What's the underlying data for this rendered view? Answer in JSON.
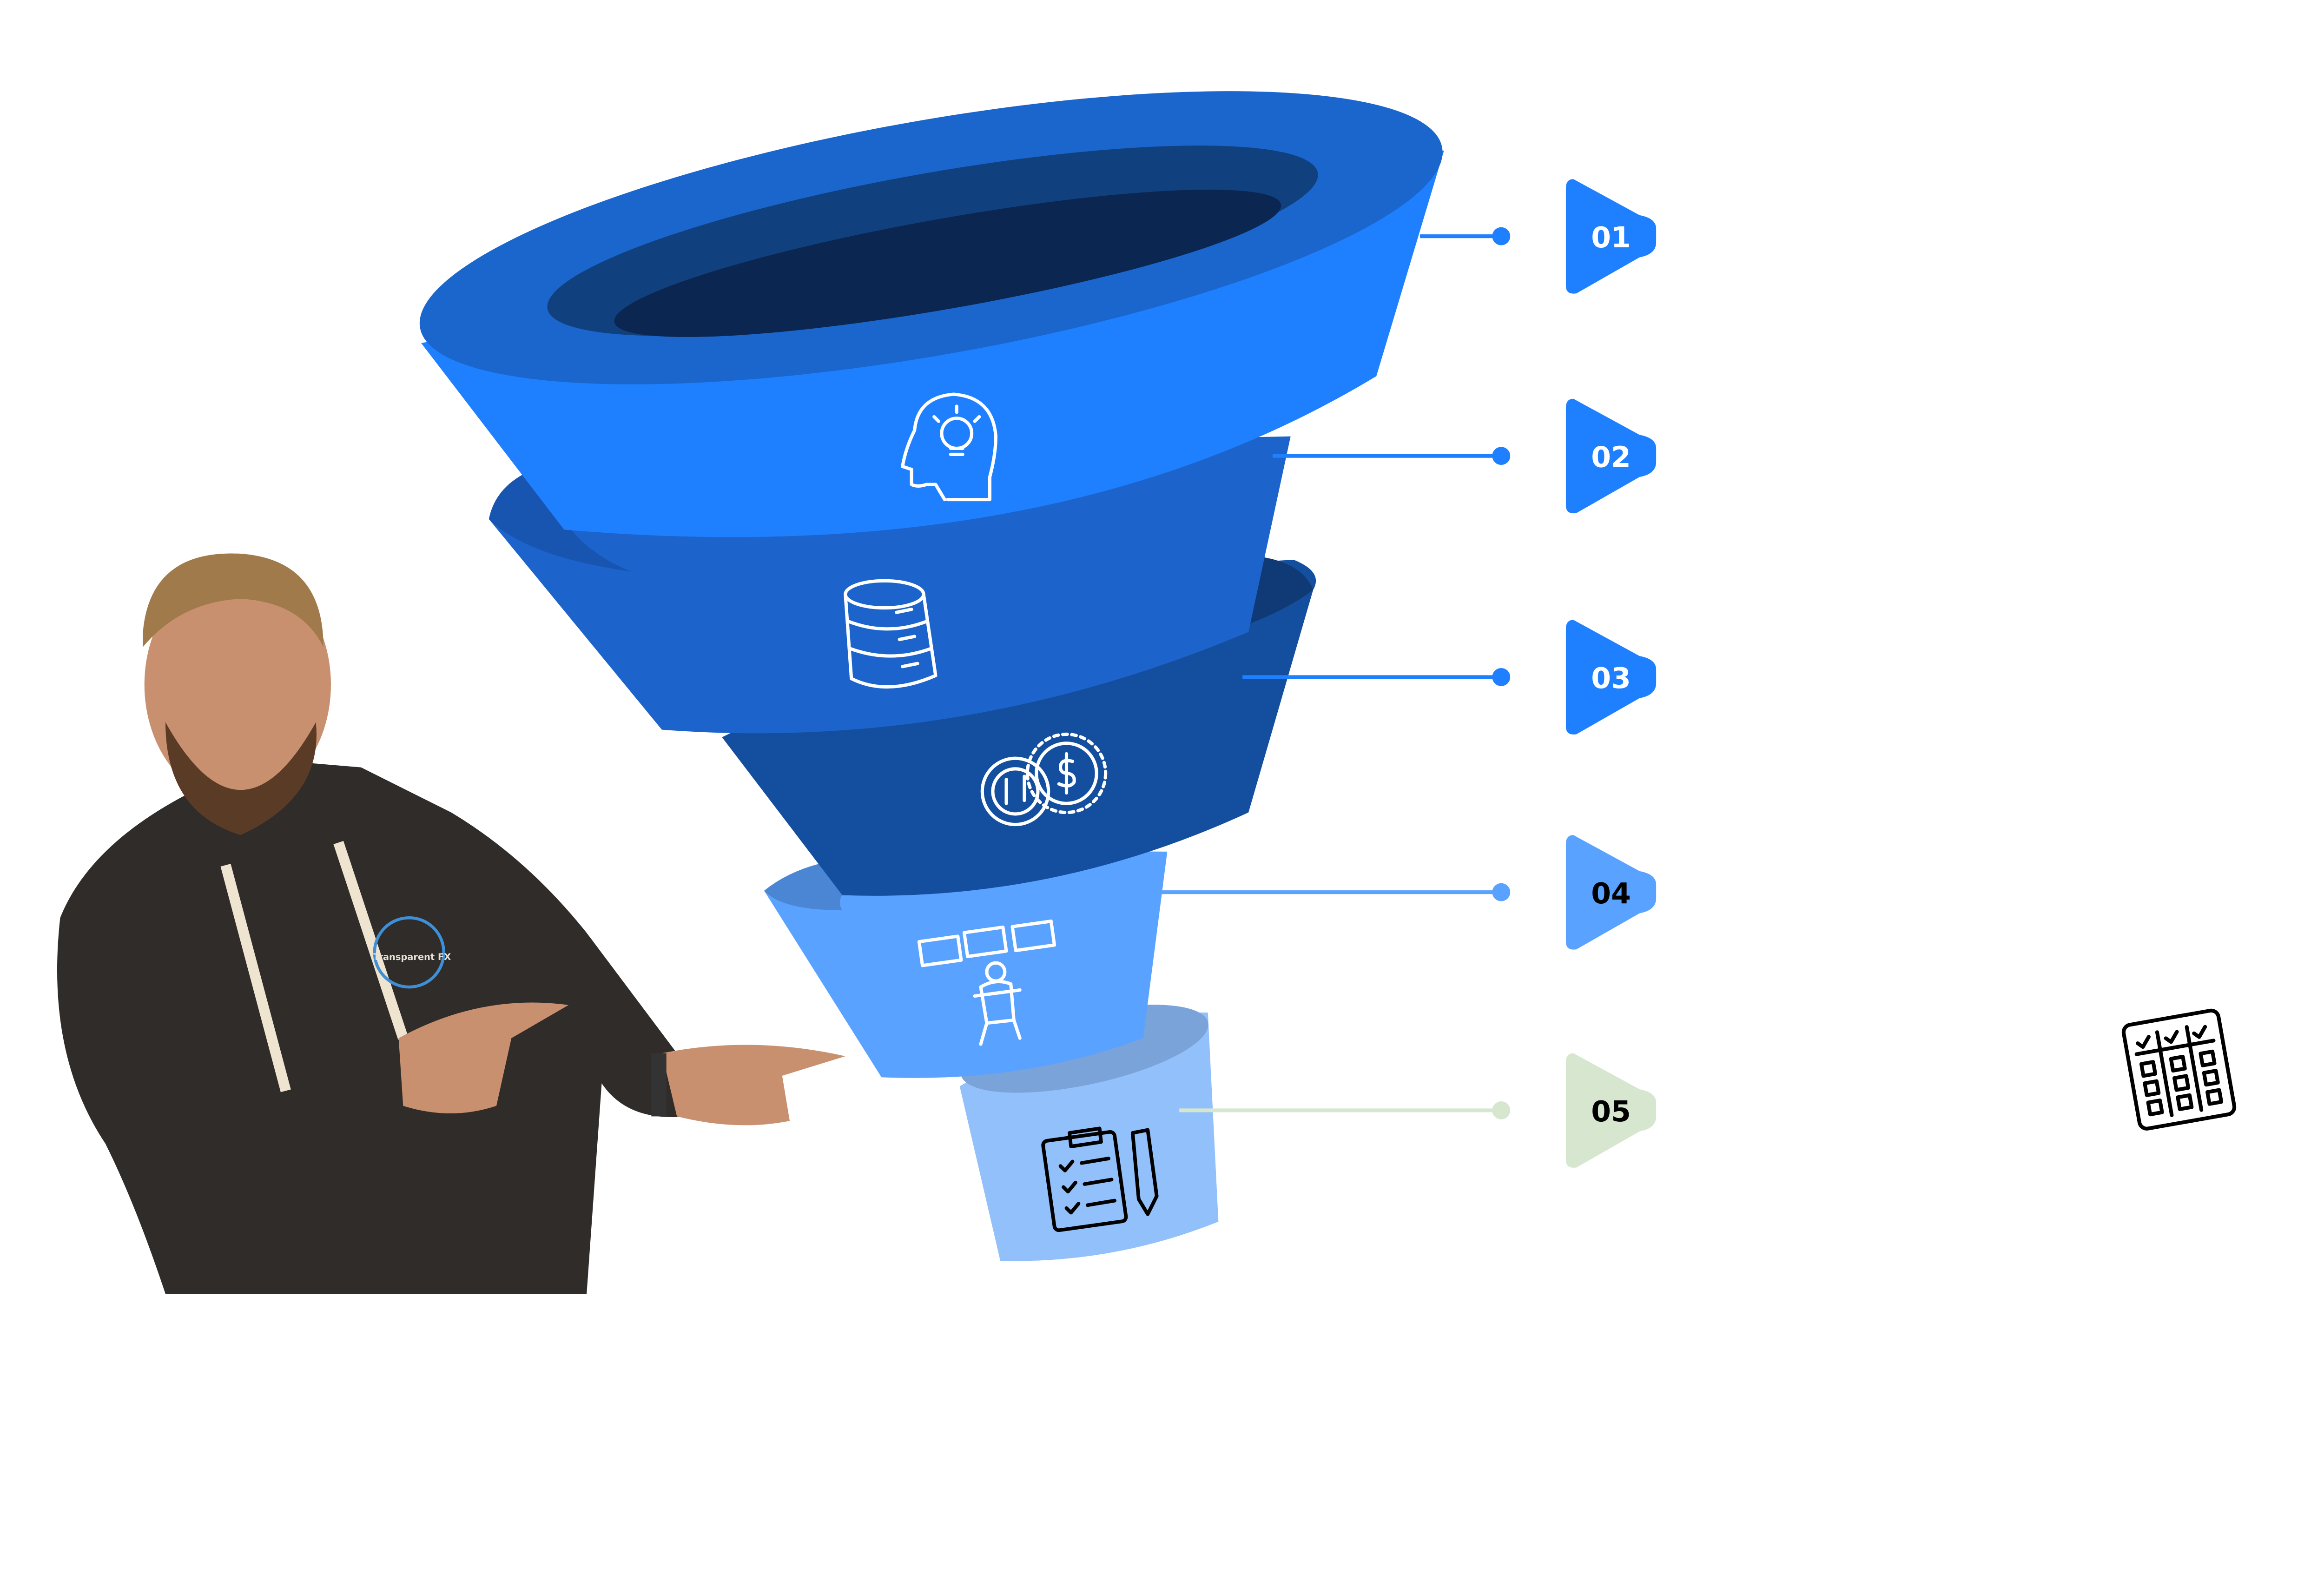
{
  "funnel": {
    "stages": [
      {
        "label": "01",
        "icon": "idea-head-icon",
        "color": "#1f80ff",
        "tag_color": "#1f80ff",
        "text_color": "#ffffff"
      },
      {
        "label": "02",
        "icon": "database-icon",
        "color": "#1c64cc",
        "tag_color": "#1f80ff",
        "text_color": "#ffffff"
      },
      {
        "label": "03",
        "icon": "gear-dollar-icon",
        "color": "#134f9e",
        "tag_color": "#1f80ff",
        "text_color": "#ffffff"
      },
      {
        "label": "04",
        "icon": "trader-desk-icon",
        "color": "#5aa2ff",
        "tag_color": "#5aa2ff",
        "text_color": "#000000"
      },
      {
        "label": "05",
        "icon": "clipboard-checklist-icon",
        "color": "#92c0fa",
        "tag_color": "#d6e6cf",
        "text_color": "#000000"
      }
    ]
  },
  "presenter": {
    "hoodie_logo": "Transparent FX"
  },
  "corner_icon": "checklist-grid-icon"
}
